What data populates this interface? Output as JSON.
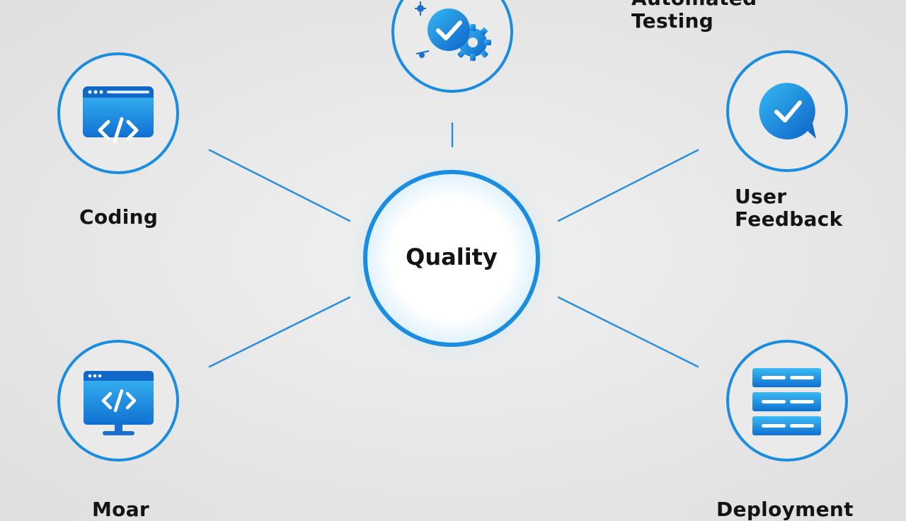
{
  "diagram": {
    "center": {
      "label": "Quality"
    },
    "nodes": {
      "automated_testing": {
        "label": "Automated\nTesting",
        "icon": "gear-check-icon"
      },
      "coding": {
        "label": "Coding",
        "icon": "browser-code-icon"
      },
      "user_feedback": {
        "label": "User\nFeedback",
        "icon": "chat-check-icon"
      },
      "monitor_node": {
        "label": "Moar",
        "icon": "monitor-code-icon"
      },
      "deployment": {
        "label": "Deployment",
        "icon": "server-stack-icon"
      }
    },
    "colors": {
      "accent": "#1a8de0",
      "accent_light": "#34b6f2",
      "accent_dark": "#0f66c7",
      "line": "#2a8fdd",
      "text": "#141414"
    }
  }
}
